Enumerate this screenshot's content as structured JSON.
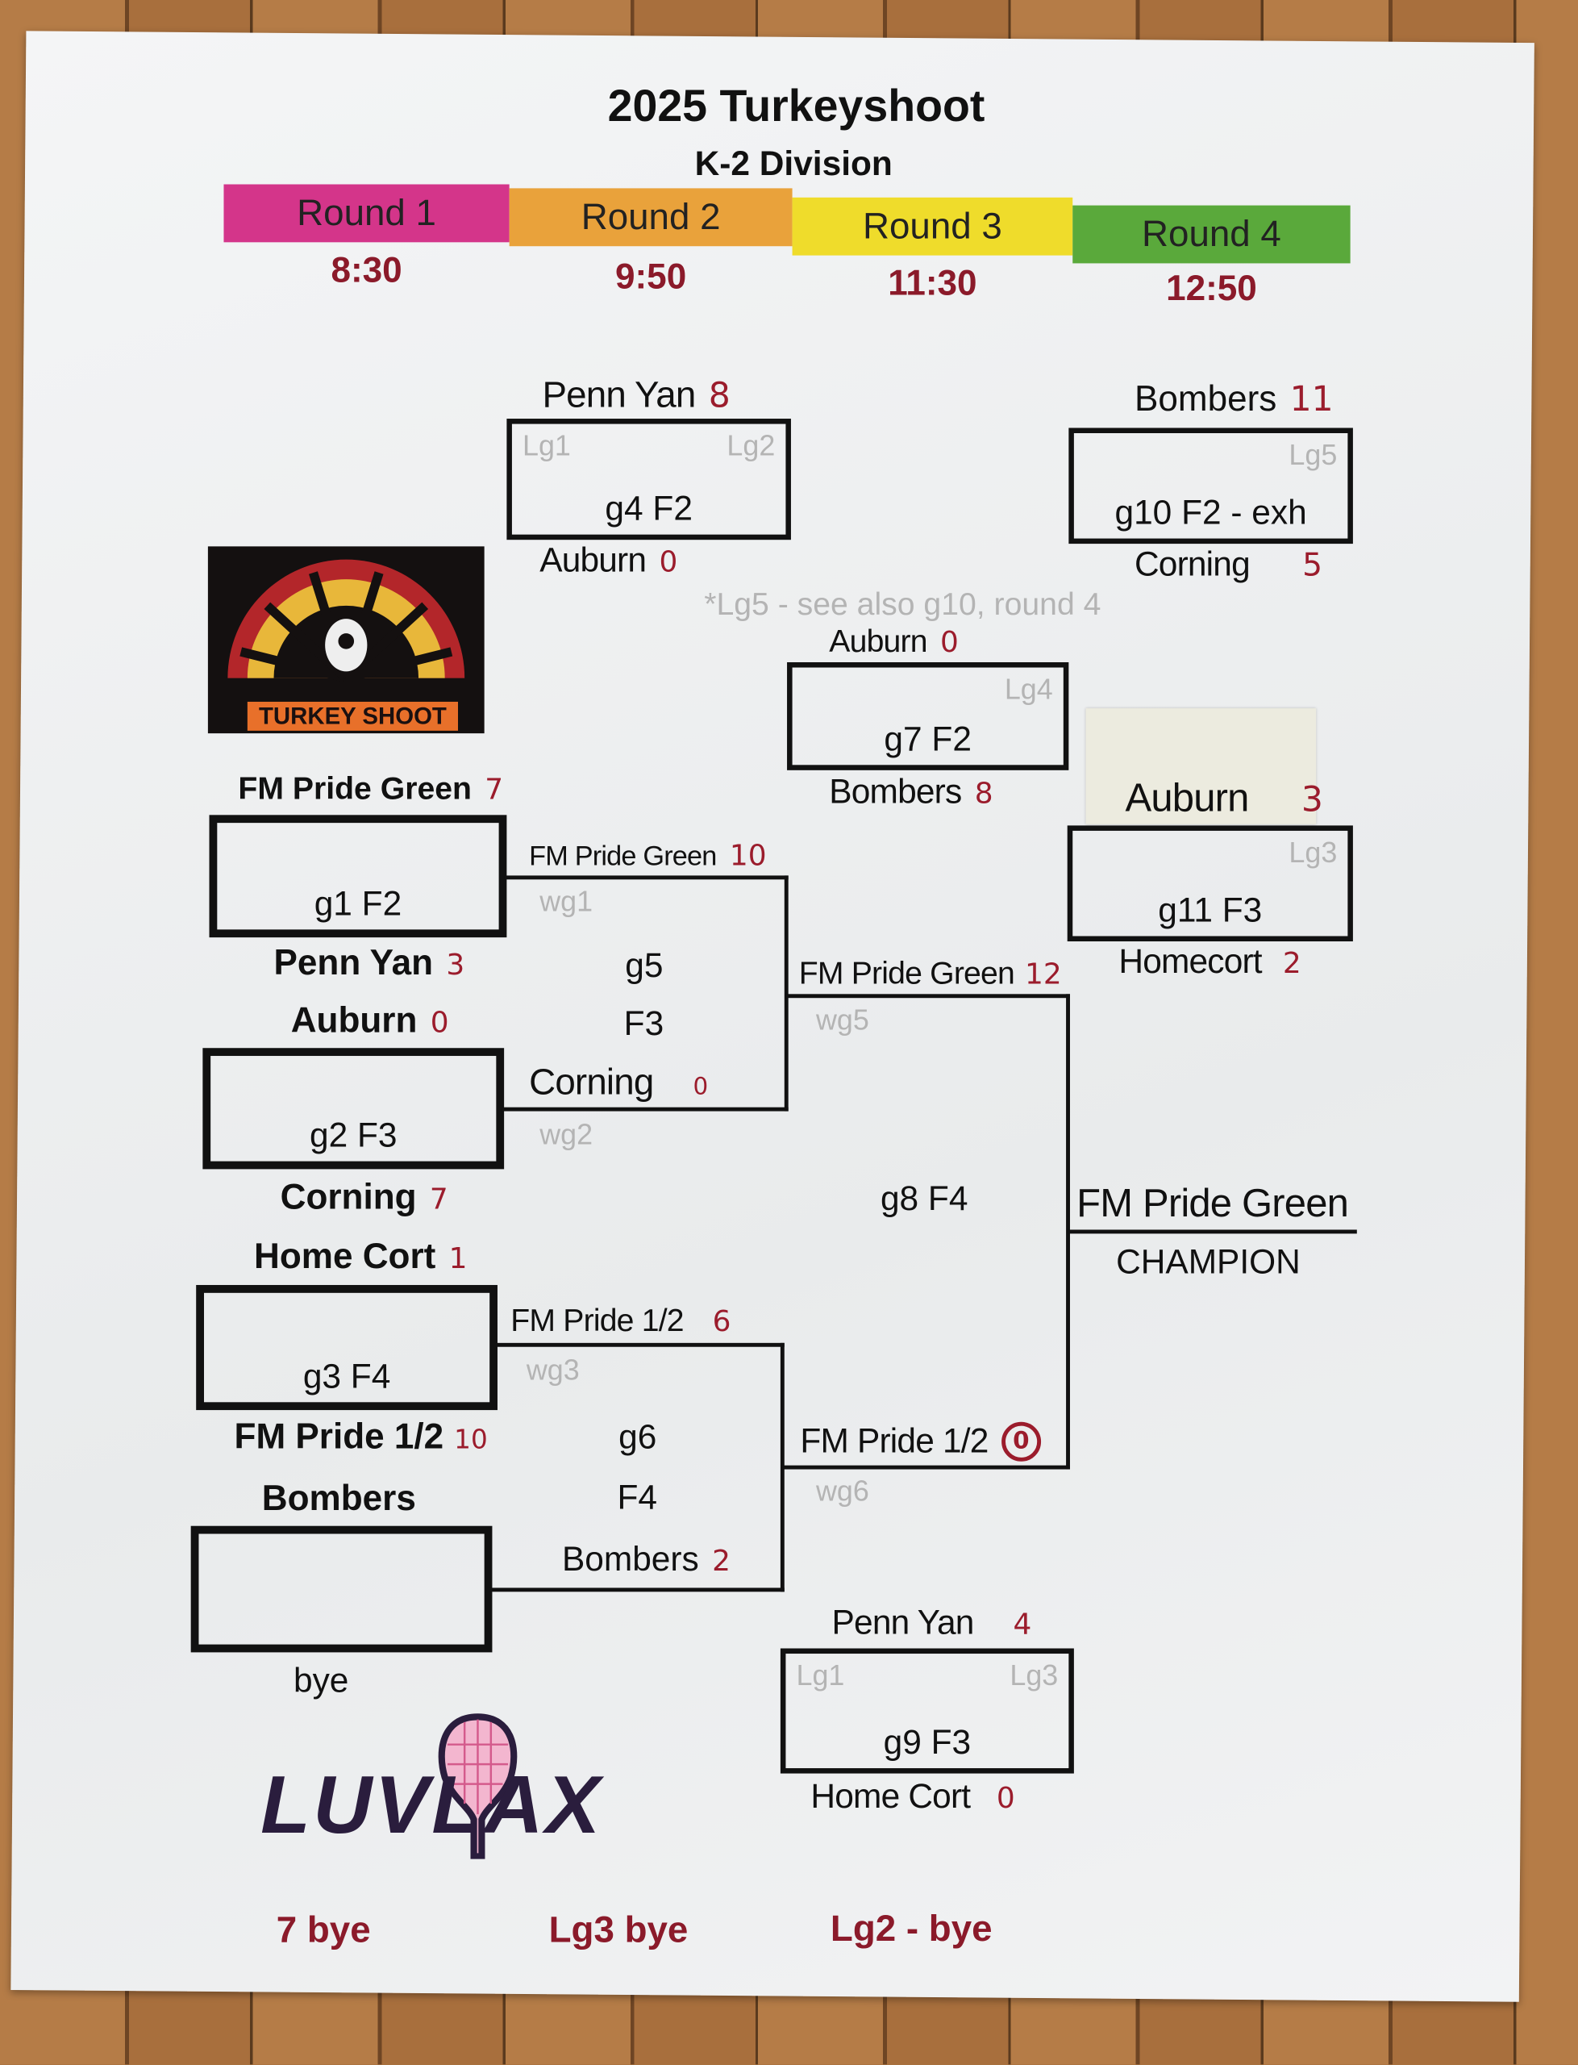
{
  "header": {
    "title": "2025 Turkeyshoot",
    "division": "K-2 Division"
  },
  "rounds": [
    {
      "label": "Round 1",
      "time": "8:30",
      "color": "#d4358a"
    },
    {
      "label": "Round 2",
      "time": "9:50",
      "color": "#e9a23b"
    },
    {
      "label": "Round 3",
      "time": "11:30",
      "color": "#efdc2b"
    },
    {
      "label": "Round 4",
      "time": "12:50",
      "color": "#5aa93b"
    }
  ],
  "logos": {
    "turkey_shoot": "TURKEY SHOOT",
    "luvlax": "LUVLAX"
  },
  "note": "*Lg5 - see also g10, round 4",
  "games": {
    "g1": {
      "label": "g1 F2",
      "top": "FM Pride Green",
      "top_score": "7",
      "bottom": "Penn Yan",
      "bottom_score": "3"
    },
    "g2": {
      "label": "g2 F3",
      "top": "Auburn",
      "top_score": "0",
      "bottom": "Corning",
      "bottom_score": "7"
    },
    "g3": {
      "label": "g3 F4",
      "top": "Home Cort",
      "top_score": "1",
      "bottom": "FM Pride 1/2",
      "bottom_score": "10"
    },
    "bye": {
      "top": "Bombers",
      "bottom": "bye"
    },
    "g4": {
      "label": "g4 F2",
      "top": "Penn Yan",
      "top_score": "8",
      "bottom": "Auburn",
      "bottom_score": "0",
      "top_slot": "Lg1",
      "bottom_slot": "Lg2"
    },
    "g5": {
      "label1": "g5",
      "label2": "F3",
      "top": "FM Pride Green",
      "top_score": "10",
      "bottom": "Corning",
      "bottom_score": "0",
      "top_slot": "wg1",
      "bottom_slot": "wg2"
    },
    "g6": {
      "label1": "g6",
      "label2": "F4",
      "top": "FM Pride 1/2",
      "top_score": "6",
      "bottom": "Bombers",
      "bottom_score": "2",
      "top_slot": "wg3"
    },
    "g7": {
      "label": "g7 F2",
      "top": "Auburn",
      "top_score": "0",
      "bottom": "Bombers",
      "bottom_score": "8",
      "bottom_slot": "Lg4"
    },
    "g8": {
      "label": "g8 F4",
      "top": "FM Pride Green",
      "top_score": "12",
      "bottom": "FM Pride 1/2",
      "bottom_score": "0",
      "top_slot": "wg5",
      "bottom_slot": "wg6"
    },
    "g9": {
      "label": "g9 F3",
      "top": "Penn Yan",
      "top_score": "4",
      "bottom": "Home Cort",
      "bottom_score": "0",
      "top_slot": "Lg1",
      "bottom_slot": "Lg3"
    },
    "g10": {
      "label": "g10 F2 - exh",
      "top": "Bombers",
      "top_score": "11",
      "bottom": "Corning",
      "bottom_score": "5",
      "bottom_slot": "Lg5"
    },
    "g11": {
      "label": "g11 F3",
      "top": "Auburn",
      "top_score": "3",
      "bottom": "Homecort",
      "bottom_score": "2",
      "bottom_slot": "Lg3"
    }
  },
  "champion": {
    "team": "FM Pride Green",
    "label": "CHAMPION"
  },
  "footer": [
    "7 bye",
    "Lg3 bye",
    "Lg2 - bye"
  ]
}
